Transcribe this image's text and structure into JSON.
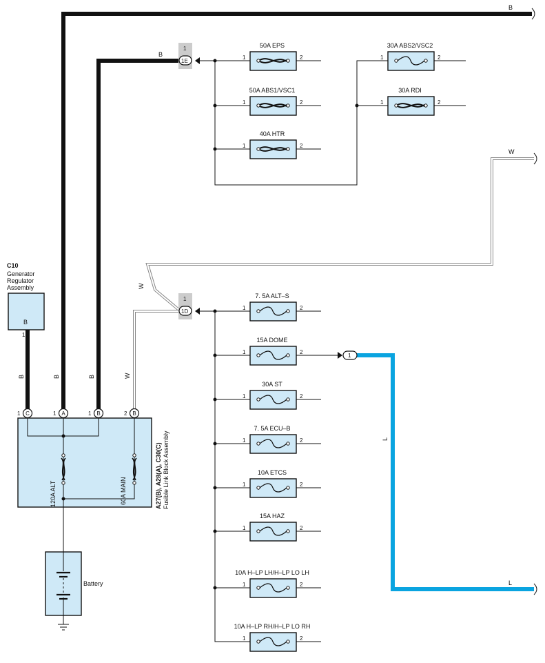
{
  "wire_colors": {
    "black": "#111111",
    "white": "#ffffff",
    "blue": "#0aa4e0",
    "fuse_fill": "#cfe9f7",
    "connector_tab": "#cccccc"
  },
  "wire_labels": {
    "b": "B",
    "w": "W",
    "l": "L"
  },
  "pins": {
    "one": "1",
    "two": "2"
  },
  "connectors": {
    "e1": "1E",
    "d1": "1D",
    "one": "1"
  },
  "fuses_upper_left": [
    {
      "label": "50A EPS",
      "type": "heavy"
    },
    {
      "label": "50A ABS1/VSC1",
      "type": "heavy"
    },
    {
      "label": "40A HTR",
      "type": "heavy"
    }
  ],
  "fuses_upper_right": [
    {
      "label": "30A ABS2/VSC2",
      "type": "light"
    },
    {
      "label": "30A RDI",
      "type": "heavy"
    }
  ],
  "fuses_lower": [
    {
      "label": "7. 5A ALT–S"
    },
    {
      "label": "15A DOME"
    },
    {
      "label": "30A ST"
    },
    {
      "label": "7. 5A ECU–B"
    },
    {
      "label": "10A ETCS"
    },
    {
      "label": "15A HAZ"
    },
    {
      "label": "10A H–LP LH/H–LP LO LH"
    },
    {
      "label": "10A H–LP RH/H–LP LO RH"
    }
  ],
  "generator": {
    "code": "C10",
    "name_lines": [
      "Generator",
      "Regulator",
      "Assembly"
    ],
    "inner": "B"
  },
  "flb": {
    "codes": "A27(B), A28(A), C30(C)",
    "name": "Fusible Link Block Assembly",
    "alt": "120A ALT",
    "main": "60A MAIN",
    "terms": [
      {
        "pin": "1",
        "letter": "C"
      },
      {
        "pin": "1",
        "letter": "A"
      },
      {
        "pin": "1",
        "letter": "B"
      },
      {
        "pin": "2",
        "letter": "B"
      }
    ]
  },
  "battery": "Battery"
}
